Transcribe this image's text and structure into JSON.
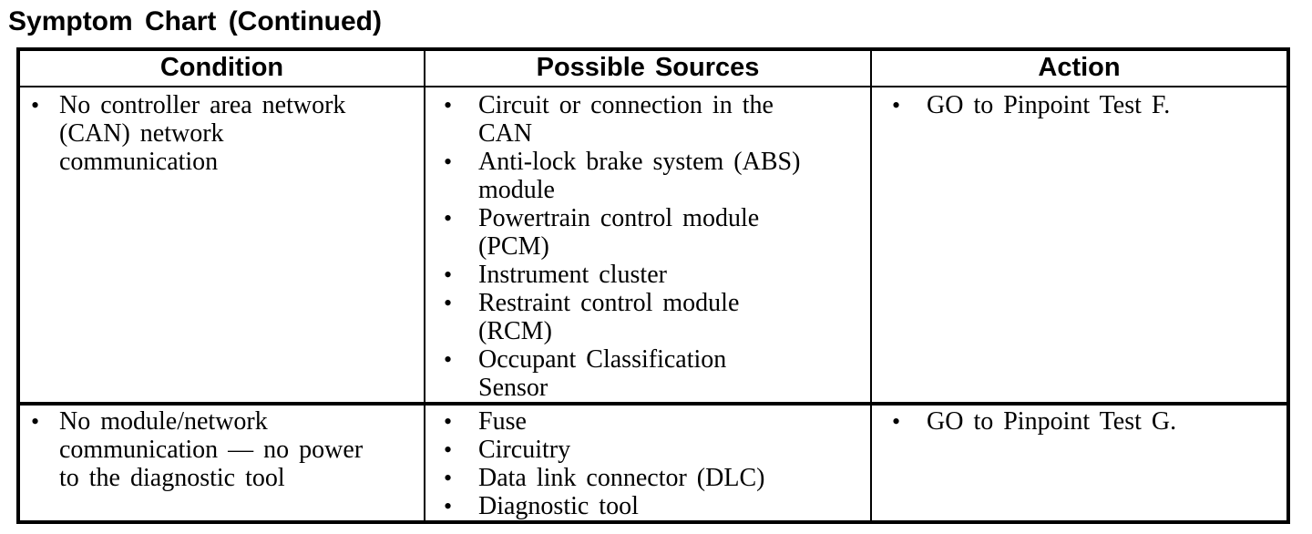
{
  "page": {
    "title": "Symptom Chart (Continued)"
  },
  "glyphs": {
    "bullet": "•"
  },
  "table": {
    "headers": [
      "Condition",
      "Possible Sources",
      "Action"
    ],
    "rows": [
      {
        "condition": [
          "No controller area network\n(CAN) network\ncommunication"
        ],
        "sources": [
          "Circuit or connection in the\nCAN",
          "Anti-lock brake system (ABS)\nmodule",
          "Powertrain control module\n(PCM)",
          "Instrument cluster",
          "Restraint control module\n(RCM)",
          "Occupant Classification\nSensor"
        ],
        "action": [
          "GO to Pinpoint Test F."
        ]
      },
      {
        "condition": [
          "No module/network\ncommunication — no power\nto the diagnostic tool"
        ],
        "sources": [
          "Fuse",
          "Circuitry",
          "Data link connector (DLC)",
          "Diagnostic tool"
        ],
        "action": [
          "GO to Pinpoint Test G."
        ]
      }
    ]
  }
}
